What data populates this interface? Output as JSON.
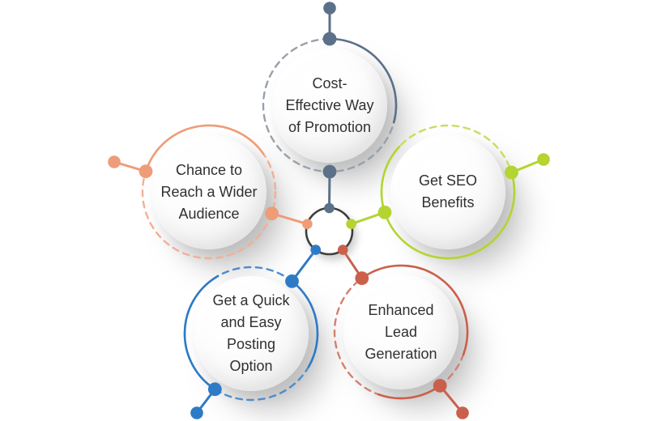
{
  "diagram": {
    "type": "hub-and-spoke-benefits",
    "background": "#ffffff",
    "text_color": "#303030",
    "hub": {
      "ring_color": "#3e3e3e",
      "fill": "#ffffff"
    },
    "nodes": [
      {
        "id": "cost-effective-promotion",
        "label": "Cost-Effective Way of Promotion",
        "lines": [
          "Cost-",
          "Effective Way",
          "of Promotion"
        ],
        "color": "#5b7189",
        "dash_color": "#98a0ab"
      },
      {
        "id": "wider-audience",
        "label": "Chance to Reach a Wider Audience",
        "lines": [
          "Chance to",
          "Reach a Wider",
          "Audience"
        ],
        "color": "#ef9c79",
        "dash_color": "#f2af95"
      },
      {
        "id": "seo-benefits",
        "label": "Get SEO Benefits",
        "lines": [
          "Get SEO",
          "Benefits"
        ],
        "color": "#b3d431",
        "dash_color": "#c8dd60"
      },
      {
        "id": "quick-easy-posting",
        "label": "Get a Quick and Easy Posting Option",
        "lines": [
          "Get a Quick",
          "and Easy",
          "Posting",
          "Option"
        ],
        "color": "#2e7ac6",
        "dash_color": "#4e8ccd"
      },
      {
        "id": "lead-generation",
        "label": "Enhanced Lead Generation",
        "lines": [
          "Enhanced",
          "Lead",
          "Generation"
        ],
        "color": "#ca604b",
        "dash_color": "#d3806e"
      }
    ]
  }
}
